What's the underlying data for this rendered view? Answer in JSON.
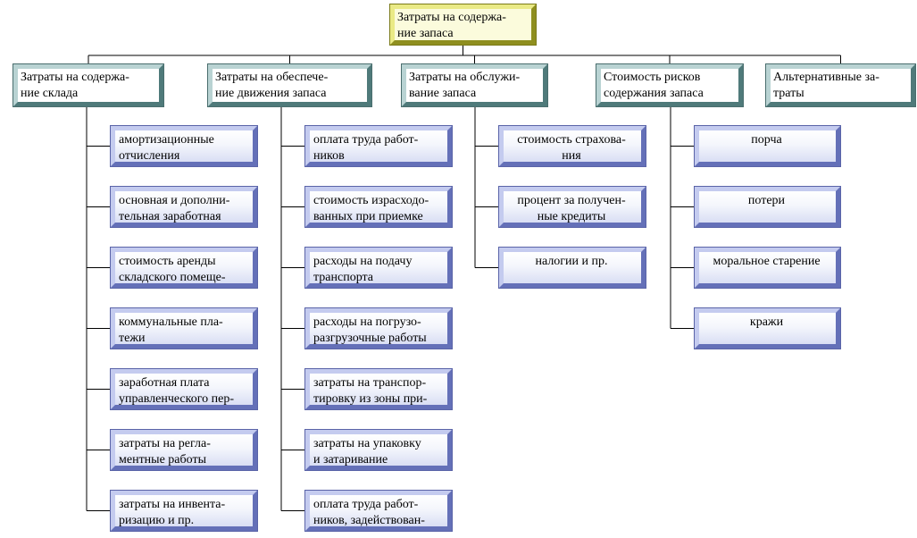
{
  "root": {
    "label": "Затраты на содержа-\nние запаса"
  },
  "columns": [
    {
      "label": "Затраты на содержа-\nние склада",
      "items": [
        "амортизационные\nотчисления",
        "основная и дополни-\nтельная заработная",
        "стоимость аренды\nскладского помеще-",
        "коммунальные пла-\nтежи",
        "заработная плата\nуправленческого пер-",
        "затраты на регла-\nментные работы",
        "затраты на инвента-\nризацию и пр."
      ]
    },
    {
      "label": "Затраты на обеспече-\nние движения запаса",
      "items": [
        "оплата труда работ-\nников",
        "стоимость израсходо-\nванных при приемке",
        "расходы на подачу\nтранспорта",
        "расходы на погрузо-\nразгрузочные работы",
        "затраты на транспор-\nтировку из зоны при-",
        "затраты на упаковку\nи затаривание",
        "оплата труда работ-\nников, задействован-"
      ]
    },
    {
      "label": "Затраты на обслужи-\nвание запаса",
      "items": [
        "стоимость страхова-\nния",
        "процент за получен-\nные кредиты",
        "налогии и пр."
      ]
    },
    {
      "label": "Стоимость рисков\nсодержания запаса",
      "items": [
        "порча",
        "потери",
        "моральное старение",
        "кражи"
      ]
    },
    {
      "label": "Альтернативные за-\nтраты",
      "items": []
    }
  ]
}
